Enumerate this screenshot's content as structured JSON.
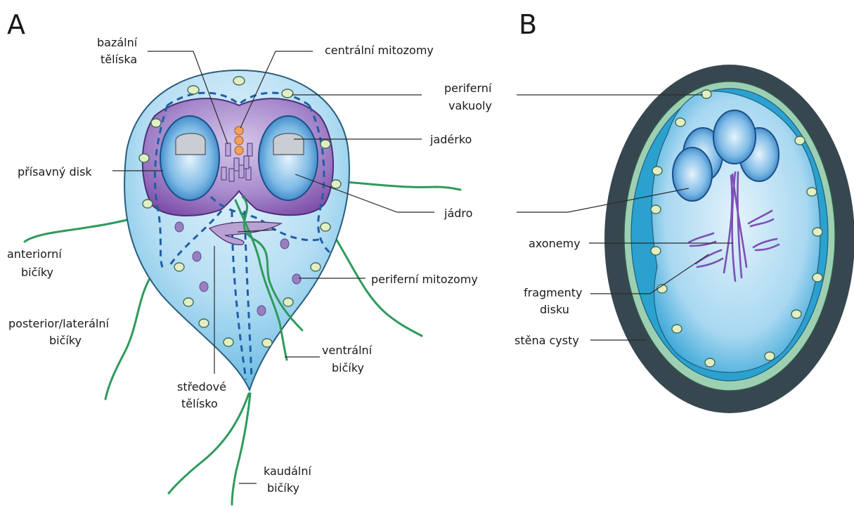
{
  "panels": {
    "a": "A",
    "b": "B"
  },
  "labels_a": {
    "bazalni_1": "bazální",
    "bazalni_2": "tělíska",
    "centralni_mitozomy": "centrální mitozomy",
    "periferni_vakuoly_1": "periferní",
    "periferni_vakuoly_2": "vakuoly",
    "jaderko": "jadérko",
    "prisavny_disk": "přísavný disk",
    "jadro": "jádro",
    "anteriorni_1": "anteriorní",
    "anteriorni_2": "bičíky",
    "periferni_mitozomy": "periferní mitozomy",
    "posterior_1": "posterior/laterální",
    "posterior_2": "bičíky",
    "ventralni_1": "ventrální",
    "ventralni_2": "bičíky",
    "stredove_1": "středové",
    "stredove_2": "tělísko",
    "kaudalni_1": "kaudální",
    "kaudalni_2": "bičíky"
  },
  "labels_b": {
    "axonemy": "axonemy",
    "fragmenty_1": "fragmenty",
    "fragmenty_2": "disku",
    "stena_cysty": "stěna cysty"
  },
  "colors": {
    "cell_body": "#7cc3e6",
    "cell_light": "#d6edf9",
    "disk": "#8e5fb0",
    "nucleus": "#1f78c4",
    "flagella": "#2f9a5c",
    "cyst_wall": "#37474f",
    "cyst_ring": "#9dd0b2",
    "mitosome": "#9a7fc0"
  },
  "icons": [
    "trophozoite-diagram",
    "cyst-diagram"
  ]
}
